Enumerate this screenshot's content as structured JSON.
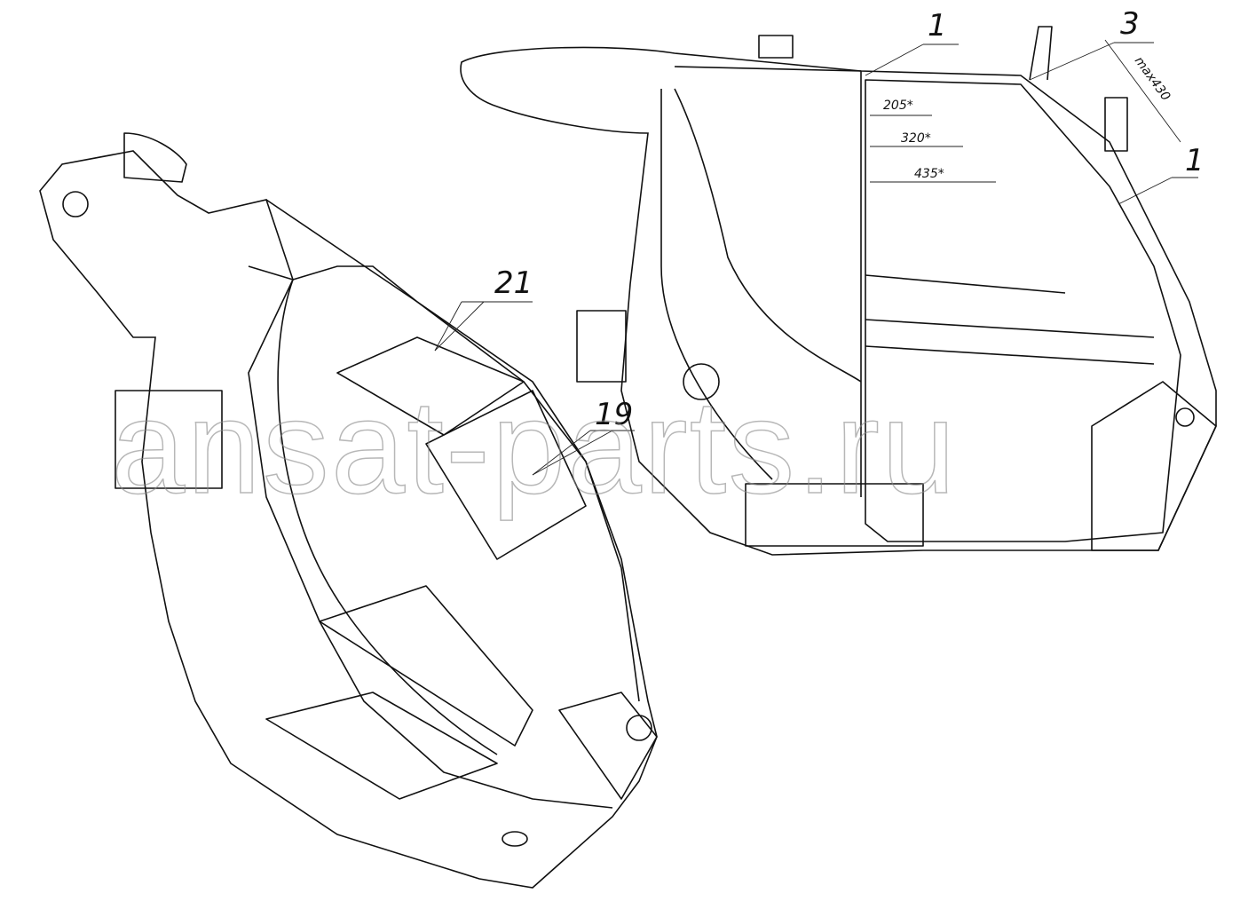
{
  "title": "Cab assembly drawing",
  "callouts": {
    "left_upper_1": "1",
    "callout_3": "3",
    "right_1": "1",
    "callout_21": "21",
    "callout_19": "19"
  },
  "dimensions": {
    "d205": "205*",
    "d320": "320*",
    "d435": "435*",
    "max": "max430"
  },
  "watermark": "ansat-parts.ru"
}
